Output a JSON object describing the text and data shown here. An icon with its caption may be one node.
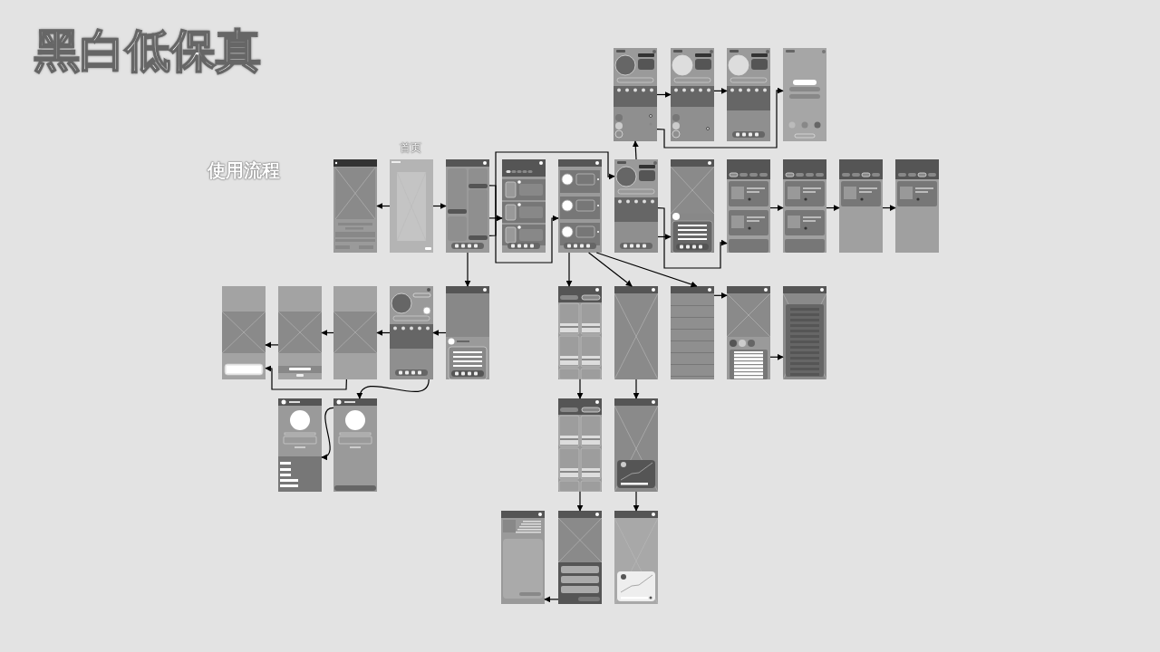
{
  "diagram": {
    "title": "黑白低保真",
    "nodes": [
      {
        "text": [],
        "shape": "picture"
      },
      {
        "text": [],
        "shape": "picture"
      },
      {
        "text": [],
        "shape": "picture"
      },
      {
        "text": [],
        "shape": "picture"
      },
      {
        "text": [],
        "shape": "picture"
      },
      {
        "text": [],
        "shape": "picture",
        "beside": [
          "首页"
        ]
      },
      {
        "text": [],
        "shape": "picture"
      },
      {
        "text": [],
        "shape": "picture"
      },
      {
        "text": [],
        "shape": "picture"
      },
      {
        "text": [],
        "shape": "picture"
      },
      {
        "text": [],
        "shape": "picture"
      },
      {
        "text": [],
        "shape": "picture"
      },
      {
        "text": [],
        "shape": "picture"
      },
      {
        "text": [],
        "shape": "picture"
      },
      {
        "text": [],
        "shape": "picture"
      },
      {
        "text": [],
        "shape": "picture"
      },
      {
        "text": [],
        "shape": "picture"
      },
      {
        "text": [],
        "shape": "picture"
      },
      {
        "text": [],
        "shape": "picture"
      },
      {
        "text": [],
        "shape": "picture"
      },
      {
        "text": [],
        "shape": "picture"
      },
      {
        "text": [],
        "shape": "picture"
      },
      {
        "text": [],
        "shape": "picture"
      },
      {
        "text": [],
        "shape": "picture"
      },
      {
        "text": [],
        "shape": "picture"
      },
      {
        "text": [],
        "shape": "picture"
      },
      {
        "text": [],
        "shape": "picture"
      },
      {
        "text": [],
        "shape": "picture"
      },
      {
        "text": [],
        "shape": "picture"
      },
      {
        "text": [],
        "shape": "picture"
      },
      {
        "text": [],
        "shape": "picture"
      },
      {
        "text": [],
        "shape": "picture"
      }
    ],
    "edges": [
      {
        "from": 5,
        "to": 4,
        "arrow": "to"
      },
      {
        "from": 5,
        "to": 6,
        "arrow": "to"
      },
      {
        "from": 6,
        "to": 7,
        "arrow": "to"
      },
      {
        "from": 6,
        "to": 8,
        "arrow": "to"
      },
      {
        "from": 6,
        "to": 9,
        "arrow": "to"
      },
      {
        "from": 9,
        "to": 0,
        "arrow": "to"
      },
      {
        "from": 0,
        "to": 1,
        "arrow": "to"
      },
      {
        "from": 1,
        "to": 2,
        "arrow": "to"
      },
      {
        "from": 0,
        "to": 3,
        "arrow": "to"
      },
      {
        "from": 9,
        "to": 10,
        "arrow": "to"
      },
      {
        "from": 9,
        "to": 11,
        "arrow": "to"
      },
      {
        "from": 11,
        "to": 12,
        "arrow": "to"
      },
      {
        "from": 12,
        "to": 13,
        "arrow": "to"
      },
      {
        "from": 13,
        "to": 14,
        "arrow": "to"
      },
      {
        "from": 6,
        "to": 19,
        "arrow": "to"
      },
      {
        "from": 8,
        "to": 20,
        "arrow": "to"
      },
      {
        "from": 8,
        "to": 21,
        "arrow": "to"
      },
      {
        "from": 8,
        "to": 22,
        "arrow": "to"
      },
      {
        "from": 22,
        "to": 23,
        "arrow": "to"
      },
      {
        "from": 23,
        "to": 24,
        "arrow": "to"
      },
      {
        "from": 19,
        "to": 18,
        "arrow": "to"
      },
      {
        "from": 18,
        "to": 17,
        "arrow": "to"
      },
      {
        "from": 17,
        "to": 16,
        "arrow": "to"
      },
      {
        "from": 16,
        "to": 15,
        "arrow": "to"
      },
      {
        "from": 17,
        "to": 15,
        "arrow": "to"
      },
      {
        "from": 18,
        "to": 26,
        "arrow": "to"
      },
      {
        "from": 26,
        "to": 25,
        "arrow": "to"
      },
      {
        "from": 20,
        "to": 27,
        "arrow": "to"
      },
      {
        "from": 21,
        "to": 28,
        "arrow": "to"
      },
      {
        "from": 27,
        "to": 30,
        "arrow": "to"
      },
      {
        "from": 28,
        "to": 31,
        "arrow": "to"
      },
      {
        "from": 30,
        "to": 29,
        "arrow": "to"
      }
    ],
    "labels": [
      "使用流程"
    ]
  }
}
